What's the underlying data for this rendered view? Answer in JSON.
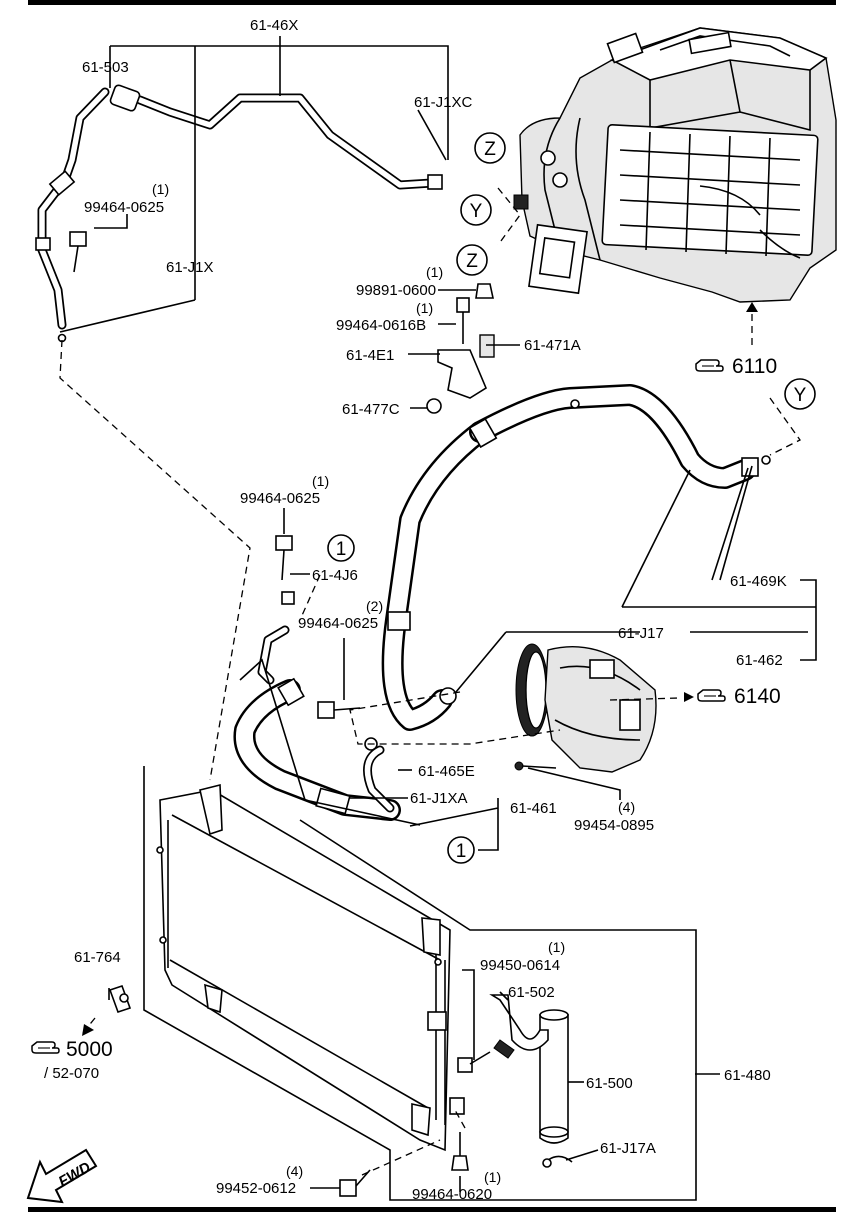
{
  "labels": {
    "l_61_46x": "61-46X",
    "l_61_503": "61-503",
    "l_61_j1xc": "61-J1XC",
    "l_qty_1a": "(1)",
    "l_99464_0625_a": "99464-0625",
    "l_61_j1x": "61-J1X",
    "l_qty_1b": "(1)",
    "l_99891_0600": "99891-0600",
    "l_qty_1c": "(1)",
    "l_99464_0616b": "99464-0616B",
    "l_61_4e1": "61-4E1",
    "l_61_471a": "61-471A",
    "l_61_477c": "61-477C",
    "l_qty_1d": "(1)",
    "l_99464_0625_b": "99464-0625",
    "l_61_4j6": "61-4J6",
    "l_qty_2": "(2)",
    "l_99464_0625_c": "99464-0625",
    "l_61_469k": "61-469K",
    "l_61_j17": "61-J17",
    "l_61_462": "61-462",
    "l_61_465e": "61-465E",
    "l_61_j1xa": "61-J1XA",
    "l_61_461": "61-461",
    "l_qty_4a": "(4)",
    "l_99454_0895": "99454-0895",
    "l_qty_1e": "(1)",
    "l_99450_0614": "99450-0614",
    "l_61_502": "61-502",
    "l_61_764": "61-764",
    "l_61_500": "61-500",
    "l_61_480": "61-480",
    "l_61_j17a": "61-J17A",
    "l_qty_4b": "(4)",
    "l_99452_0612": "99452-0612",
    "l_qty_1f": "(1)",
    "l_99464_0620": "99464-0620"
  },
  "callouts": {
    "z_top": "Z",
    "y_left": "Y",
    "z_mid": "Z",
    "y_right": "Y",
    "one_a": "1",
    "one_b": "1"
  },
  "references": {
    "ref_6110": "6110",
    "ref_6140": "6140",
    "ref_5000": "5000",
    "ref_5000_sub": "/ 52-070"
  },
  "fwd": "FWD",
  "icons": {
    "reference_pointer": "pointing-hand-icon",
    "forward_arrow": "fwd-arrow-icon"
  }
}
